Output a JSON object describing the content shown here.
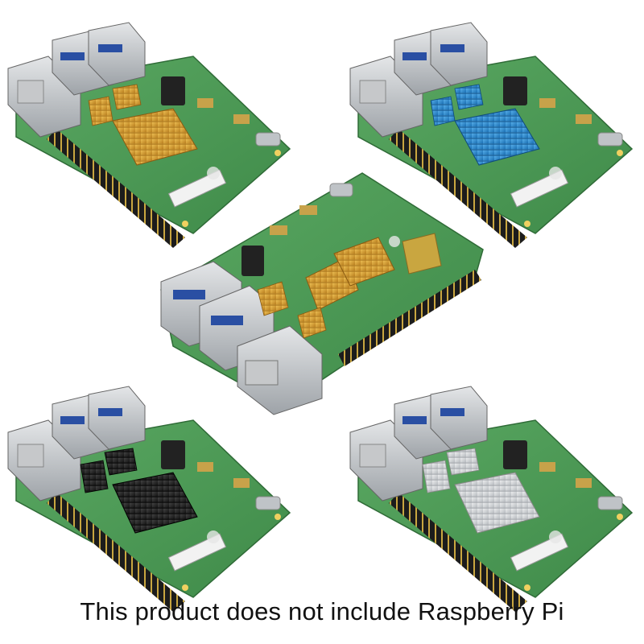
{
  "caption": "This product does not include Raspberry Pi",
  "boards": [
    {
      "position": "top-left",
      "heatsink_color": "gold",
      "heatsink_hex": "#d9a23a"
    },
    {
      "position": "top-right",
      "heatsink_color": "blue",
      "heatsink_hex": "#2e8fd6"
    },
    {
      "position": "center",
      "heatsink_color": "gold",
      "heatsink_hex": "#e0ad3f"
    },
    {
      "position": "bottom-left",
      "heatsink_color": "black",
      "heatsink_hex": "#2a2a2a"
    },
    {
      "position": "bottom-right",
      "heatsink_color": "silver",
      "heatsink_hex": "#d6d8da"
    }
  ],
  "colors": {
    "pcb": "#4d9a55",
    "background": "#ffffff",
    "caption_text": "#111111"
  }
}
